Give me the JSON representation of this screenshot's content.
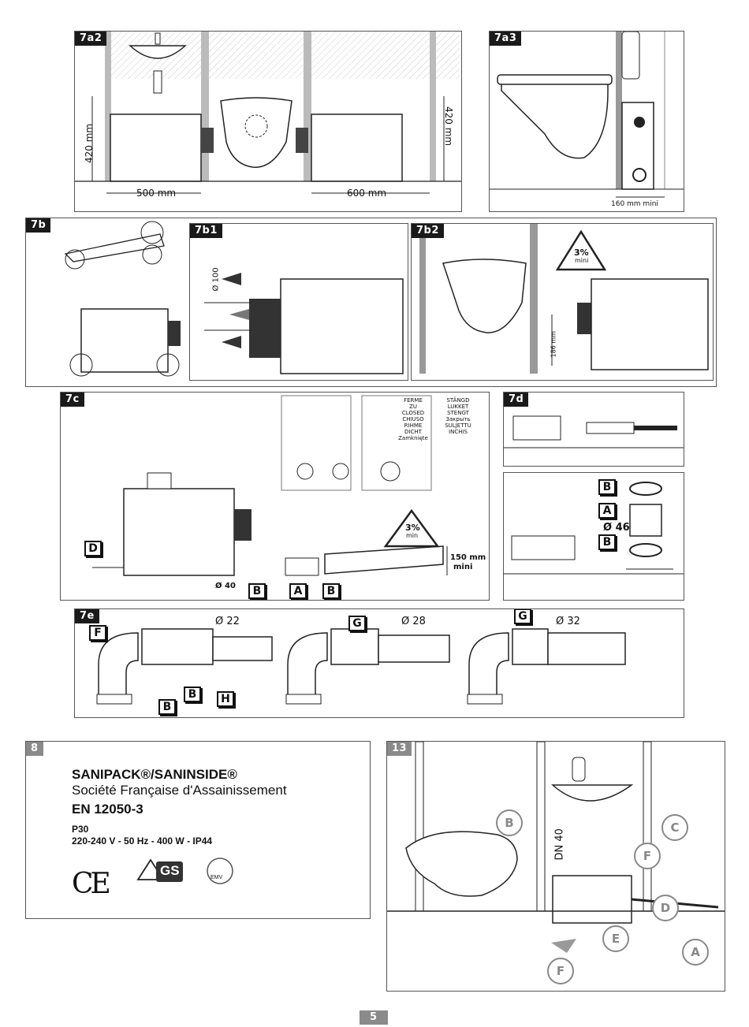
{
  "panels": {
    "p7a2": {
      "tag": "7a2",
      "dim_left_h": "420 mm",
      "dim_right_h": "420 mm",
      "dim_left_w": "500 mm",
      "dim_right_w": "600 mm"
    },
    "p7a3": {
      "tag": "7a3",
      "dim": "160 mm mini"
    },
    "p7b": {
      "tag": "7b"
    },
    "p7b1": {
      "tag": "7b1",
      "dia": "Ø 100"
    },
    "p7b2": {
      "tag": "7b2",
      "slope": "3%",
      "slope_sub": "mini",
      "height": "186 mm"
    },
    "p7c": {
      "tag": "7c",
      "slope": "3%",
      "slope_sub": "min",
      "rise": "150 mm",
      "rise_sub": "mini",
      "dia": "Ø 40",
      "label_d": "D",
      "label_b1": "B",
      "label_a": "A",
      "label_b2": "B",
      "closed_left": [
        "FERME",
        "ZU",
        "CLOSED",
        "CHIUSO",
        "RIHME",
        "DICHT",
        "Zamknięte"
      ],
      "closed_right": [
        "STÄNGD",
        "LUKKET",
        "STENGT",
        "Закрыть",
        "SULJETTU",
        "INCHIS"
      ]
    },
    "p7d": {
      "tag": "7d",
      "label_b1": "B",
      "label_a": "A",
      "dia": "Ø 46",
      "label_b2": "B"
    },
    "p7e": {
      "tag": "7e",
      "label_f": "F",
      "label_b1": "B",
      "label_b2": "B",
      "label_h": "H",
      "label_g1": "G",
      "label_g2": "G",
      "d1": "Ø 22",
      "d2": "Ø 28",
      "d3": "Ø 32"
    },
    "p8": {
      "tag": "8",
      "brand": "SANIPACK®/SANINSIDE®",
      "company": "Société Française d'Assainissement",
      "norm": "EN 12050-3",
      "model": "P30",
      "specs": "220-240 V - 50 Hz - 400 W - IP44",
      "mark_ce": "CE",
      "mark_gs": "GS",
      "mark_emv": "EMV"
    },
    "p13": {
      "tag": "13",
      "dn": "DN 40",
      "label_b": "B",
      "label_c": "C",
      "label_f1": "F",
      "label_d": "D",
      "label_e": "E",
      "label_a": "A",
      "label_f2": "F"
    }
  },
  "page_number": "5"
}
